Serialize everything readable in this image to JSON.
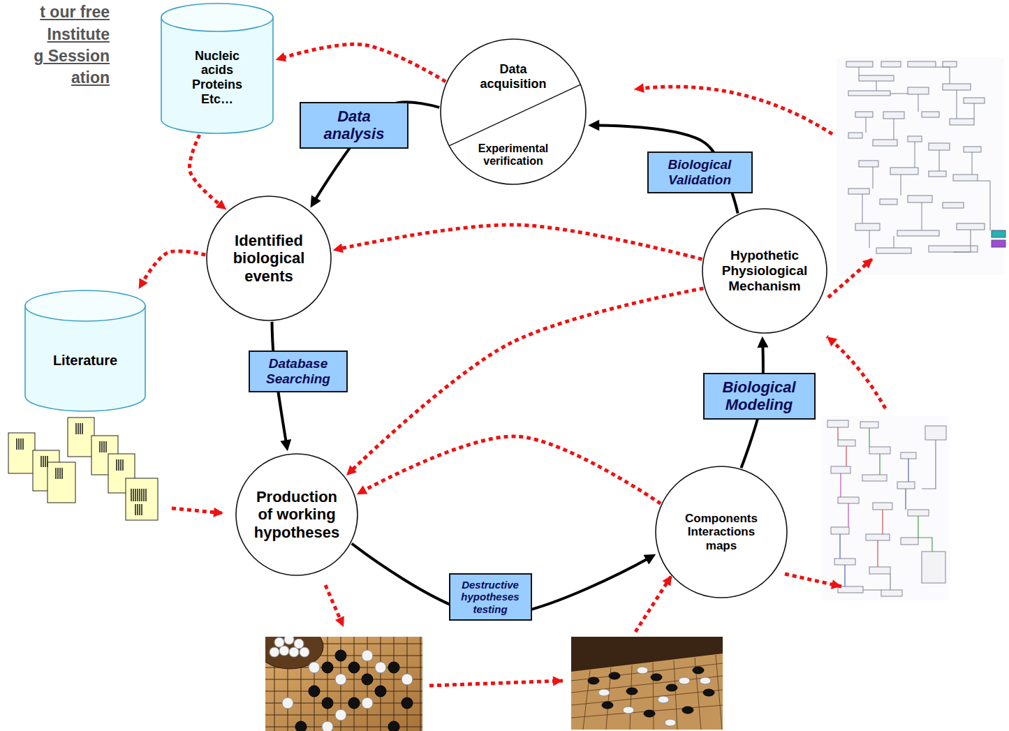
{
  "diagram": {
    "nodes": [
      {
        "text": [
          "Nucleic acids Proteins Etc…"
        ]
      },
      {
        "text": [
          "Data acquisition",
          "Experimental verification"
        ]
      },
      {
        "text": [
          "Identified biological events"
        ]
      },
      {
        "text": [
          "Hypothetic Physiological Mechanism"
        ]
      },
      {
        "text": [
          "Literature"
        ]
      },
      {
        "text": [
          "Production of working hypotheses"
        ]
      },
      {
        "text": [
          "Components Interactions maps"
        ]
      }
    ],
    "edges": [
      {
        "from": 1,
        "to": 2,
        "label": "Data analysis",
        "arrow": "to"
      },
      {
        "from": 2,
        "to": 5,
        "label": "Database Searching",
        "arrow": "to"
      },
      {
        "from": 5,
        "to": 6,
        "label": "Destructive hypotheses testing",
        "arrow": "to"
      },
      {
        "from": 6,
        "to": 3,
        "label": "Biological Modeling",
        "arrow": "to"
      },
      {
        "from": 3,
        "to": 1,
        "label": "Biological Validation",
        "arrow": "to"
      },
      {
        "from": 1,
        "to": 0,
        "arrow": "to"
      },
      {
        "from": 0,
        "to": 2,
        "arrow": "to"
      },
      {
        "from": 2,
        "to": 4,
        "arrow": "to"
      },
      {
        "from": 3,
        "to": 2,
        "arrow": "to"
      },
      {
        "from": 3,
        "to": 5,
        "arrow": "to"
      },
      {
        "from": 6,
        "to": 5,
        "arrow": "to"
      }
    ],
    "labels": [
      "t our free",
      "Institute",
      "g Session",
      "ation"
    ]
  }
}
